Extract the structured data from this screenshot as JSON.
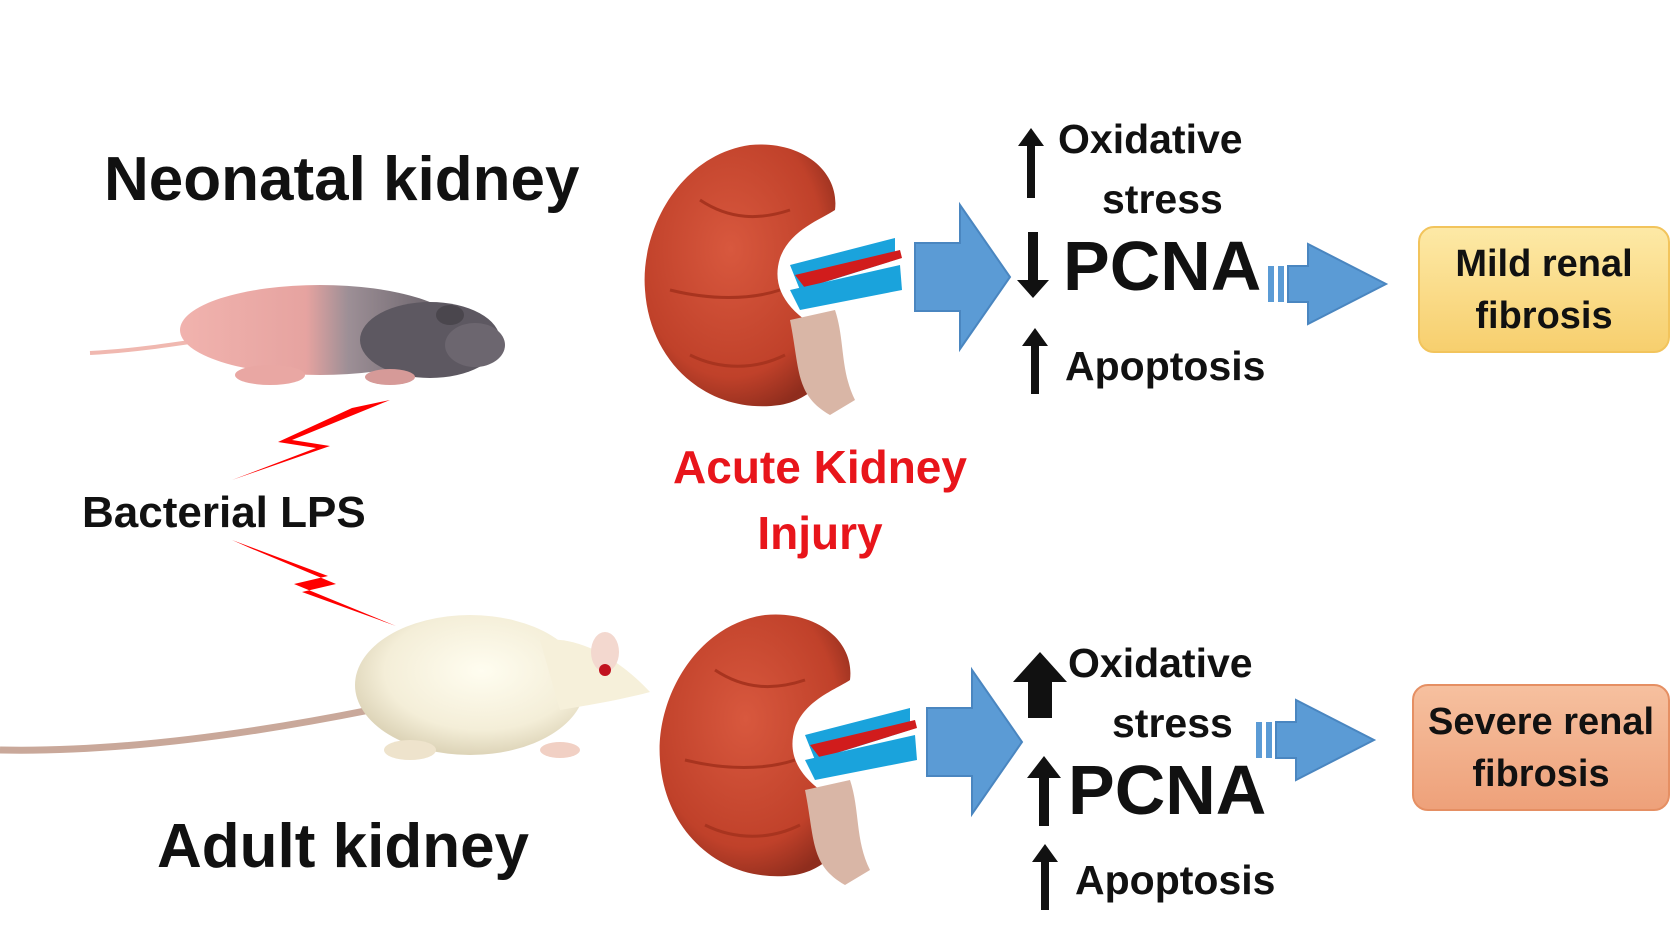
{
  "neonatal": {
    "title": "Neonatal kidney",
    "effects": {
      "oxidative_line1": "Oxidative",
      "oxidative_line2": "stress",
      "pcna": "PCNA",
      "apoptosis": "Apoptosis"
    },
    "outcome": {
      "line1": "Mild renal",
      "line2": "fibrosis"
    },
    "colors": {
      "outcome_fill": "#f9d97f"
    }
  },
  "adult": {
    "title": "Adult kidney",
    "effects": {
      "oxidative_line1": "Oxidative",
      "oxidative_line2": "stress",
      "pcna": "PCNA",
      "apoptosis": "Apoptosis"
    },
    "outcome": {
      "line1": "Severe renal",
      "line2": "fibrosis"
    },
    "colors": {
      "outcome_fill": "#f0aa84"
    }
  },
  "trigger": {
    "label": "Bacterial LPS"
  },
  "injury": {
    "line1": "Acute Kidney",
    "line2": "Injury"
  },
  "colors": {
    "arrow_blue": "#5b9bd5",
    "lightning_red": "#ff0000",
    "injury_text": "#e8151b",
    "kidney": "#c8422a"
  },
  "icons": [
    "neonatal-rat-icon",
    "adult-rat-icon",
    "kidney-icon",
    "lightning-icon",
    "up-arrow-icon",
    "down-arrow-icon",
    "block-arrow-icon"
  ]
}
